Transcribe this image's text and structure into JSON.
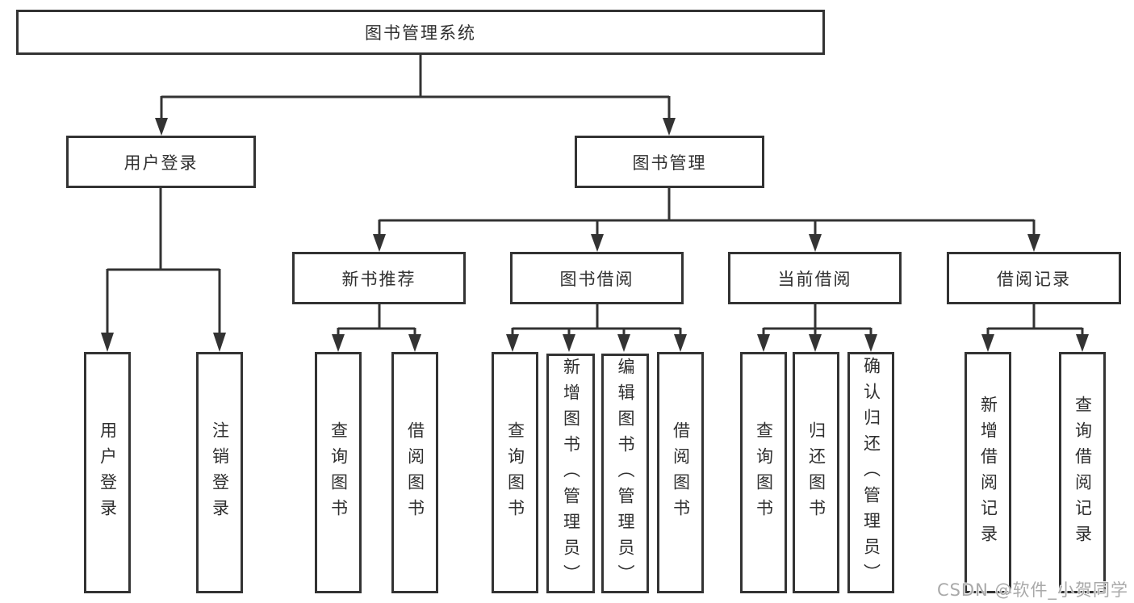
{
  "diagram_title": "图书管理系统",
  "watermark": "CSDN @软件_小贺同学",
  "colors": {
    "background": "#ffffff",
    "line": "#333333",
    "text": "#2f2f2f",
    "watermark": "#a9a9a9"
  },
  "tree": {
    "label": "图书管理系统",
    "children": [
      {
        "label": "用户登录",
        "children": [
          {
            "label": "用户登录"
          },
          {
            "label": "注销登录"
          }
        ]
      },
      {
        "label": "图书管理",
        "children": [
          {
            "label": "新书推荐",
            "children": [
              {
                "label": "查询图书"
              },
              {
                "label": "借阅图书"
              }
            ]
          },
          {
            "label": "图书借阅",
            "children": [
              {
                "label": "查询图书"
              },
              {
                "label": "新增图书（管理员）"
              },
              {
                "label": "编辑图书（管理员）"
              },
              {
                "label": "借阅图书"
              }
            ]
          },
          {
            "label": "当前借阅",
            "children": [
              {
                "label": "查询图书"
              },
              {
                "label": "归还图书"
              },
              {
                "label": "确认归还（管理员）"
              }
            ]
          },
          {
            "label": "借阅记录",
            "children": [
              {
                "label": "新增借阅记录"
              },
              {
                "label": "查询借阅记录"
              }
            ]
          }
        ]
      }
    ]
  }
}
